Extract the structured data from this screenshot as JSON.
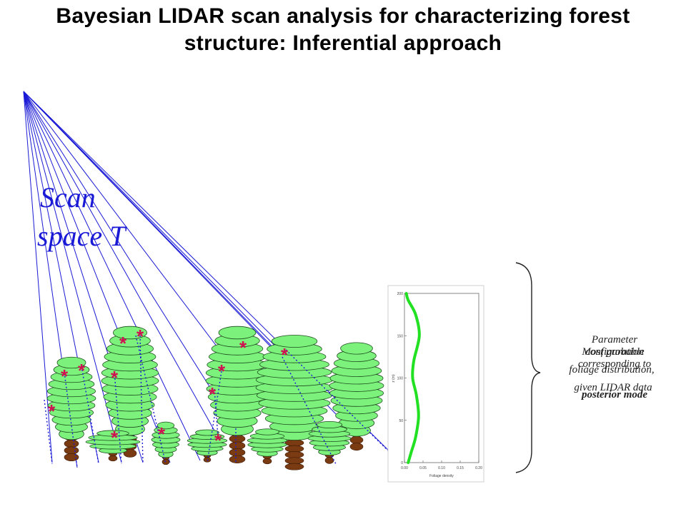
{
  "title": {
    "line1": "Bayesian LIDAR scan analysis for characterizing forest",
    "line2": "structure: Inferential approach"
  },
  "scan_label": {
    "line1": "Scan",
    "line2": "space T"
  },
  "hit_marker": "*",
  "colors": {
    "scan_ray": "#1a1ad6",
    "foliage_fill": "#7cf27c",
    "foliage_stroke": "#1d4d1d",
    "trunk": "#7a3a12",
    "hit_marker": "#d01050",
    "profile_curve": "#22e022"
  },
  "profile_chart": {
    "x_ticks": [
      "0.00",
      "0.05",
      "0.10",
      "0.15",
      "0.20"
    ],
    "y_ticks": [
      "0",
      "50",
      "100",
      "150",
      "200"
    ],
    "x_label": "Foliage density",
    "y_label": "z (m)"
  },
  "chart_data": {
    "type": "line",
    "title": "",
    "xlabel": "Foliage density",
    "ylabel": "z (m)",
    "xlim": [
      0,
      0.2
    ],
    "ylim": [
      0,
      200
    ],
    "series": [
      {
        "x": [
          0.01,
          0.018,
          0.03,
          0.038,
          0.032,
          0.022,
          0.025,
          0.04,
          0.03,
          0.01,
          0.005
        ],
        "y": [
          0,
          12,
          30,
          55,
          80,
          100,
          120,
          150,
          175,
          192,
          200
        ]
      }
    ]
  },
  "annotations": {
    "overlay_a": [
      "Parameter",
      "configuration",
      "corresponding to",
      "posterior mode"
    ],
    "overlay_b": [
      "Most probable",
      "foliage distribution,",
      "given LIDAR data"
    ]
  }
}
